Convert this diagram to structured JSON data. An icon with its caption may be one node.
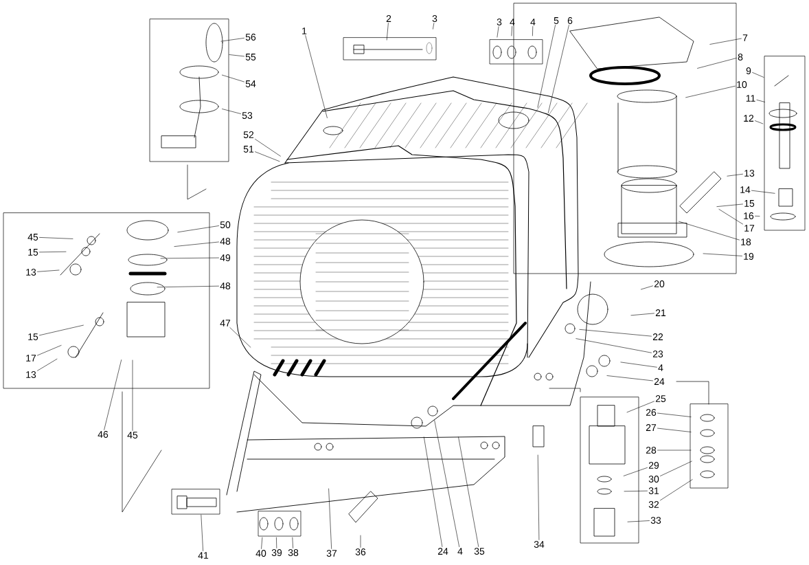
{
  "diagram": {
    "nodes": [
      {
        "text": [
          "1"
        ]
      },
      {
        "text": [
          "2"
        ]
      },
      {
        "text": [
          "3"
        ]
      },
      {
        "text": [
          "3"
        ]
      },
      {
        "text": [
          "4"
        ]
      },
      {
        "text": [
          "4"
        ]
      },
      {
        "text": [
          "5"
        ]
      },
      {
        "text": [
          "6"
        ]
      },
      {
        "text": [
          "7"
        ]
      },
      {
        "text": [
          "8"
        ]
      },
      {
        "text": [
          "9"
        ]
      },
      {
        "text": [
          "10"
        ]
      },
      {
        "text": [
          "11"
        ]
      },
      {
        "text": [
          "12"
        ]
      },
      {
        "text": [
          "13"
        ]
      },
      {
        "text": [
          "14"
        ]
      },
      {
        "text": [
          "15"
        ]
      },
      {
        "text": [
          "16"
        ]
      },
      {
        "text": [
          "17"
        ]
      },
      {
        "text": [
          "18"
        ]
      },
      {
        "text": [
          "19"
        ]
      },
      {
        "text": [
          "20"
        ]
      },
      {
        "text": [
          "21"
        ]
      },
      {
        "text": [
          "22"
        ]
      },
      {
        "text": [
          "23"
        ]
      },
      {
        "text": [
          "4"
        ]
      },
      {
        "text": [
          "24"
        ]
      },
      {
        "text": [
          "25"
        ]
      },
      {
        "text": [
          "26"
        ]
      },
      {
        "text": [
          "27"
        ]
      },
      {
        "text": [
          "28"
        ]
      },
      {
        "text": [
          "29"
        ]
      },
      {
        "text": [
          "30"
        ]
      },
      {
        "text": [
          "31"
        ]
      },
      {
        "text": [
          "32"
        ]
      },
      {
        "text": [
          "33"
        ]
      },
      {
        "text": [
          "34"
        ]
      },
      {
        "text": [
          "35"
        ]
      },
      {
        "text": [
          "4"
        ]
      },
      {
        "text": [
          "24"
        ]
      },
      {
        "text": [
          "36"
        ]
      },
      {
        "text": [
          "37"
        ]
      },
      {
        "text": [
          "38"
        ]
      },
      {
        "text": [
          "39"
        ]
      },
      {
        "text": [
          "40"
        ]
      },
      {
        "text": [
          "41"
        ]
      },
      {
        "text": [
          "45"
        ]
      },
      {
        "text": [
          "46"
        ]
      },
      {
        "text": [
          "47"
        ]
      },
      {
        "text": [
          "13"
        ]
      },
      {
        "text": [
          "17"
        ]
      },
      {
        "text": [
          "15"
        ]
      },
      {
        "text": [
          "48"
        ]
      },
      {
        "text": [
          "49"
        ]
      },
      {
        "text": [
          "48"
        ]
      },
      {
        "text": [
          "50"
        ]
      },
      {
        "text": [
          "45"
        ]
      },
      {
        "text": [
          "15"
        ]
      },
      {
        "text": [
          "13"
        ]
      },
      {
        "text": [
          "51"
        ]
      },
      {
        "text": [
          "52"
        ]
      },
      {
        "text": [
          "53"
        ]
      },
      {
        "text": [
          "54"
        ]
      },
      {
        "text": [
          "55"
        ]
      },
      {
        "text": [
          "56"
        ]
      }
    ],
    "edges": [
      {
        "from": 0,
        "to": null,
        "arrow": "none"
      },
      {
        "from": 1,
        "to": null,
        "arrow": "none"
      },
      {
        "from": 2,
        "to": null,
        "arrow": "none"
      },
      {
        "from": 3,
        "to": null,
        "arrow": "none"
      },
      {
        "from": 4,
        "to": null,
        "arrow": "none"
      },
      {
        "from": 5,
        "to": null,
        "arrow": "none"
      },
      {
        "from": 6,
        "to": null,
        "arrow": "none"
      },
      {
        "from": 7,
        "to": null,
        "arrow": "none"
      },
      {
        "from": 8,
        "to": null,
        "arrow": "none"
      },
      {
        "from": 9,
        "to": null,
        "arrow": "none"
      },
      {
        "from": 10,
        "to": null,
        "arrow": "none"
      },
      {
        "from": 11,
        "to": null,
        "arrow": "none"
      },
      {
        "from": 12,
        "to": null,
        "arrow": "none"
      },
      {
        "from": 13,
        "to": null,
        "arrow": "none"
      },
      {
        "from": 14,
        "to": null,
        "arrow": "none"
      },
      {
        "from": 15,
        "to": null,
        "arrow": "none"
      },
      {
        "from": 16,
        "to": null,
        "arrow": "none"
      },
      {
        "from": 17,
        "to": null,
        "arrow": "none"
      },
      {
        "from": 18,
        "to": null,
        "arrow": "none"
      },
      {
        "from": 19,
        "to": null,
        "arrow": "none"
      },
      {
        "from": 20,
        "to": null,
        "arrow": "none"
      },
      {
        "from": 21,
        "to": null,
        "arrow": "none"
      },
      {
        "from": 22,
        "to": null,
        "arrow": "none"
      },
      {
        "from": 23,
        "to": null,
        "arrow": "none"
      },
      {
        "from": 24,
        "to": null,
        "arrow": "none"
      },
      {
        "from": 25,
        "to": null,
        "arrow": "none"
      },
      {
        "from": 26,
        "to": null,
        "arrow": "none"
      },
      {
        "from": 27,
        "to": null,
        "arrow": "none"
      },
      {
        "from": 28,
        "to": null,
        "arrow": "none"
      },
      {
        "from": 29,
        "to": null,
        "arrow": "none"
      },
      {
        "from": 30,
        "to": null,
        "arrow": "none"
      },
      {
        "from": 31,
        "to": null,
        "arrow": "none"
      },
      {
        "from": 32,
        "to": null,
        "arrow": "none"
      },
      {
        "from": 33,
        "to": null,
        "arrow": "none"
      },
      {
        "from": 34,
        "to": null,
        "arrow": "none"
      },
      {
        "from": 35,
        "to": null,
        "arrow": "none"
      },
      {
        "from": 36,
        "to": null,
        "arrow": "none"
      },
      {
        "from": 37,
        "to": null,
        "arrow": "none"
      },
      {
        "from": 38,
        "to": null,
        "arrow": "none"
      },
      {
        "from": 39,
        "to": null,
        "arrow": "none"
      },
      {
        "from": 40,
        "to": null,
        "arrow": "none"
      },
      {
        "from": 41,
        "to": null,
        "arrow": "none"
      },
      {
        "from": 42,
        "to": null,
        "arrow": "none"
      },
      {
        "from": 43,
        "to": null,
        "arrow": "none"
      },
      {
        "from": 44,
        "to": null,
        "arrow": "none"
      },
      {
        "from": 45,
        "to": null,
        "arrow": "none"
      },
      {
        "from": 46,
        "to": null,
        "arrow": "none"
      },
      {
        "from": 47,
        "to": null,
        "arrow": "none"
      },
      {
        "from": 48,
        "to": null,
        "arrow": "none"
      },
      {
        "from": 49,
        "to": null,
        "arrow": "none"
      },
      {
        "from": 50,
        "to": null,
        "arrow": "none"
      },
      {
        "from": 51,
        "to": null,
        "arrow": "none"
      },
      {
        "from": 52,
        "to": null,
        "arrow": "none"
      },
      {
        "from": 53,
        "to": null,
        "arrow": "none"
      },
      {
        "from": 54,
        "to": null,
        "arrow": "none"
      },
      {
        "from": 55,
        "to": null,
        "arrow": "none"
      },
      {
        "from": 56,
        "to": null,
        "arrow": "none"
      },
      {
        "from": 57,
        "to": null,
        "arrow": "none"
      },
      {
        "from": 58,
        "to": null,
        "arrow": "none"
      },
      {
        "from": 59,
        "to": null,
        "arrow": "none"
      },
      {
        "from": 60,
        "to": null,
        "arrow": "none"
      },
      {
        "from": 61,
        "to": null,
        "arrow": "none"
      },
      {
        "from": 62,
        "to": null,
        "arrow": "none"
      },
      {
        "from": 63,
        "to": null,
        "arrow": "none"
      },
      {
        "from": 64,
        "to": null,
        "arrow": "none"
      }
    ]
  }
}
